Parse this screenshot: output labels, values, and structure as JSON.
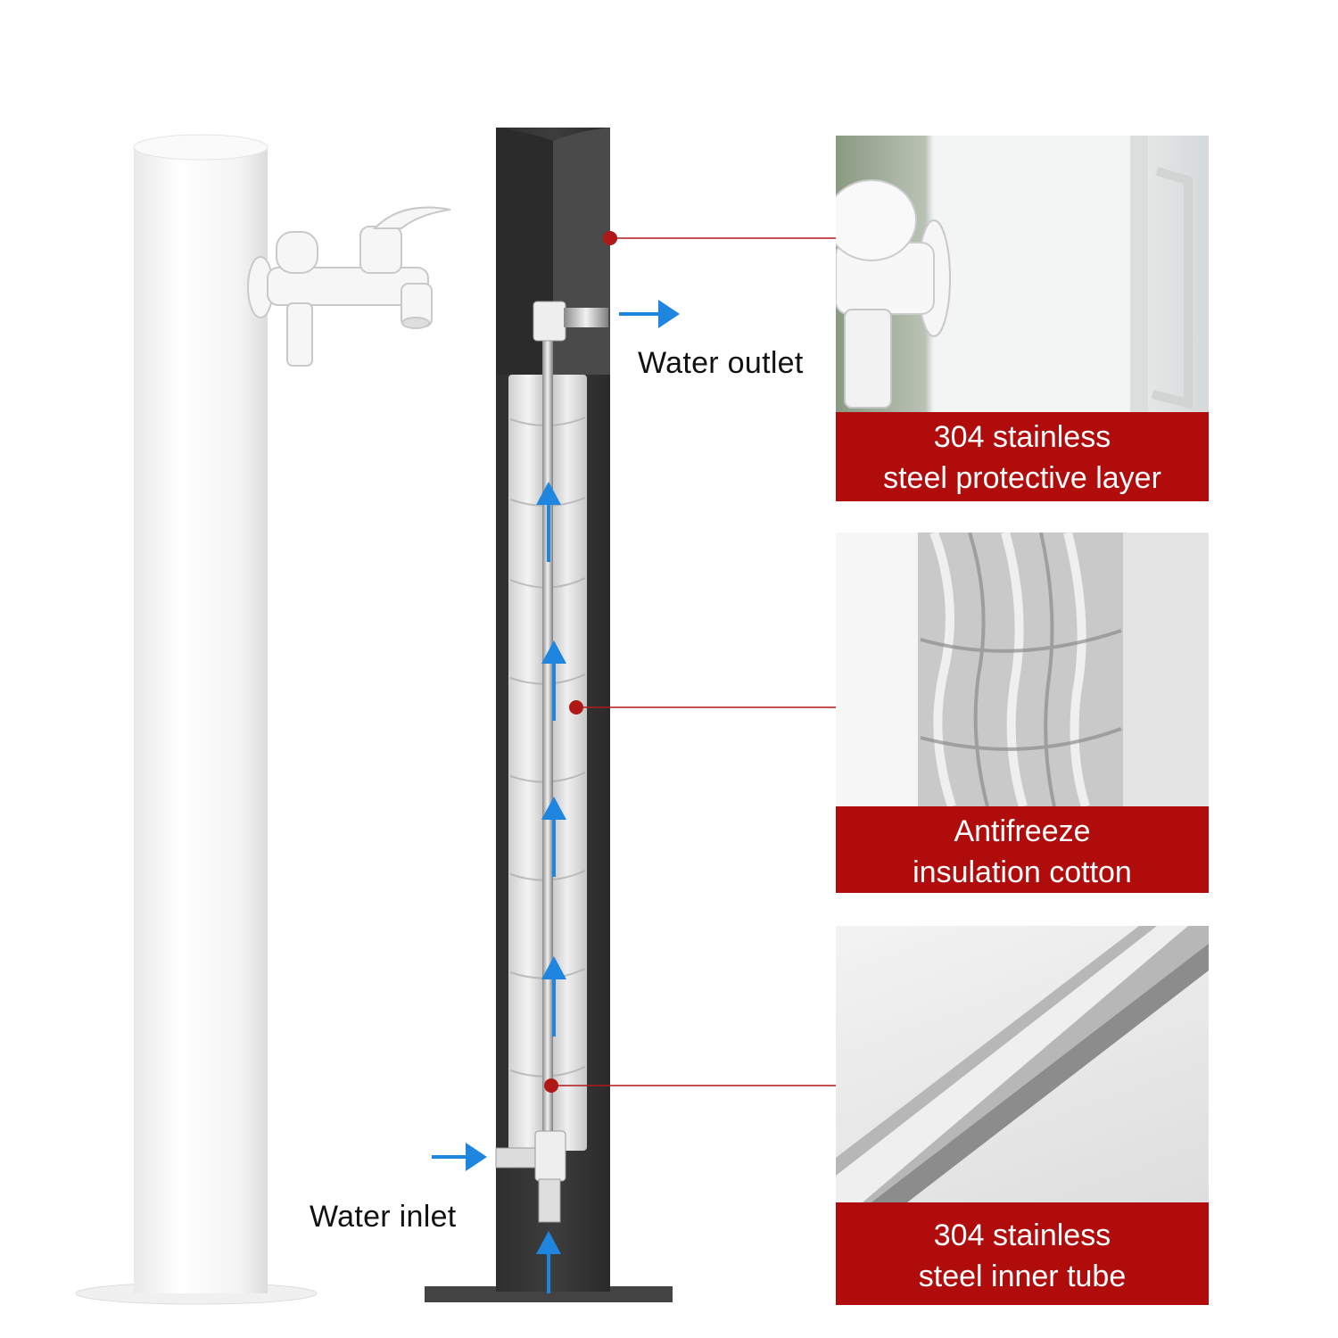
{
  "labels": {
    "water_outlet": "Water outlet",
    "water_inlet": "Water inlet"
  },
  "callouts": [
    {
      "line1": "304 stainless",
      "line2": "steel protective layer"
    },
    {
      "line1": "Antifreeze",
      "line2": "insulation cotton"
    },
    {
      "line1": "304 stainless",
      "line2": "steel inner tube"
    }
  ],
  "colors": {
    "banner": "#b10c0c",
    "arrow": "#1f86e0",
    "leader_line": "#b01818",
    "dark_panel": "#3a3a3a",
    "pole": "#f7f7f7"
  }
}
